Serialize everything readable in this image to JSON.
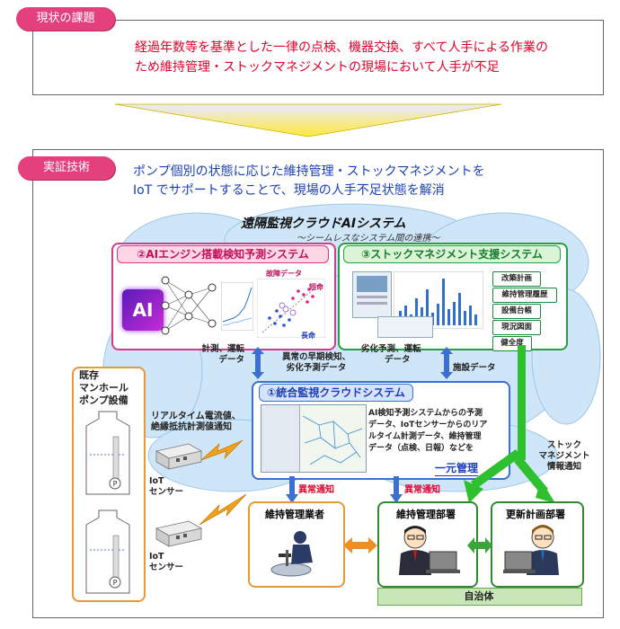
{
  "issue": {
    "label": "現状の課題",
    "line1": "経過年数等を基準とした一律の点検、機器交換、すべて人手による作業の",
    "line2": "ため維持管理・ストックマネジメントの現場において人手が不足"
  },
  "tech": {
    "label": "実証技術",
    "line1": "ポンプ個別の状態に応じた維持管理・ストックマネジメントを",
    "line2": "IoT でサポートすることで、現場の人手不足状態を解消"
  },
  "cloud": {
    "title": "遠隔監視クラウドAIシステム",
    "subtitle": "～シームレスなシステム間の連携～"
  },
  "ai_system": {
    "title": "②AIエンジン搭載検知予測システム",
    "ai_label": "AI",
    "chart_label": "故障データ",
    "short_life": "短命",
    "long_life": "長命"
  },
  "stock_system": {
    "title": "③ストックマネジメント支援システム",
    "tags": [
      "改築計画",
      "維持管理履歴",
      "設備台帳",
      "現況図面",
      "健全度"
    ]
  },
  "integrated": {
    "title": "①統合監視クラウドシステム",
    "desc": [
      "AI検知予測システムからの予測",
      "データ、IoTセンサーからのリア",
      "ルタイム計測データ、維持管理",
      "データ（点検、日報）などを"
    ],
    "unified": "一元管理"
  },
  "arrows": {
    "measure": [
      "計測、運転",
      "データ"
    ],
    "anomaly": [
      "異常の早期検知、",
      "劣化予測データ"
    ],
    "deterioration": [
      "劣化予測、運転",
      "データ"
    ],
    "facility": "施設データ",
    "realtime": [
      "リアルタイム電流値、",
      "絶縁抵抗計測値通知"
    ],
    "stock_notice": [
      "ストック",
      "マネジメント",
      "情報通知"
    ],
    "alert1": "異常通知",
    "alert2": "異常通知"
  },
  "pump": {
    "title": [
      "既存",
      "マンホール",
      "ポンプ設備"
    ],
    "sensor1": [
      "IoT",
      "センサー"
    ],
    "sensor2": [
      "IoT",
      "センサー"
    ]
  },
  "depts": {
    "contractor": "維持管理業者",
    "maintenance": "維持管理部署",
    "renewal": "更新計画部署",
    "municipality": "自治体"
  }
}
